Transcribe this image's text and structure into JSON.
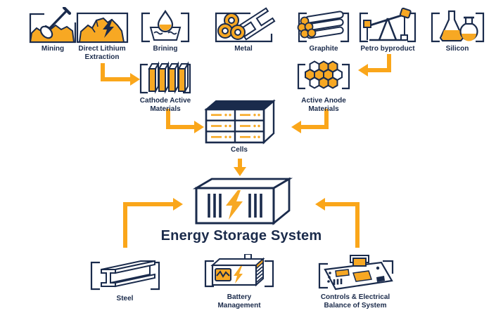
{
  "diagram_title": "Energy Storage System",
  "colors": {
    "navy_outline": "#1A2B4C",
    "orange_fill": "#F7A823",
    "arrow_orange": "#FAA61A",
    "text": "#1B2B4B",
    "background": "#FFFFFF"
  },
  "nodes": {
    "mining": {
      "label": "Mining"
    },
    "direct_lithium_extraction": {
      "label": "Direct Lithium Extraction"
    },
    "brining": {
      "label": "Brining"
    },
    "metal": {
      "label": "Metal"
    },
    "graphite": {
      "label": "Graphite"
    },
    "petro_byproduct": {
      "label": "Petro byproduct"
    },
    "silicon": {
      "label": "Silicon"
    },
    "cathode_active_materials": {
      "label": "Cathode Active Materials"
    },
    "active_anode_materials": {
      "label": "Active Anode Materials"
    },
    "cells": {
      "label": "Cells"
    },
    "energy_storage_system": {
      "label": "Energy Storage System"
    },
    "steel": {
      "label": "Steel"
    },
    "battery_management": {
      "label": "Battery Management"
    },
    "controls_electrical_bos": {
      "label": "Controls & Electrical Balance of System"
    }
  },
  "flows": [
    {
      "from": "Direct Lithium Extraction",
      "to": "Cathode Active Materials"
    },
    {
      "from": "Petro byproduct",
      "to": "Active Anode Materials"
    },
    {
      "from": "Cathode Active Materials",
      "to": "Cells"
    },
    {
      "from": "Active Anode Materials",
      "to": "Cells"
    },
    {
      "from": "Cells",
      "to": "Energy Storage System"
    },
    {
      "from": "Steel",
      "to": "Energy Storage System"
    },
    {
      "from": "Controls & Electrical Balance of System",
      "to": "Energy Storage System"
    }
  ]
}
